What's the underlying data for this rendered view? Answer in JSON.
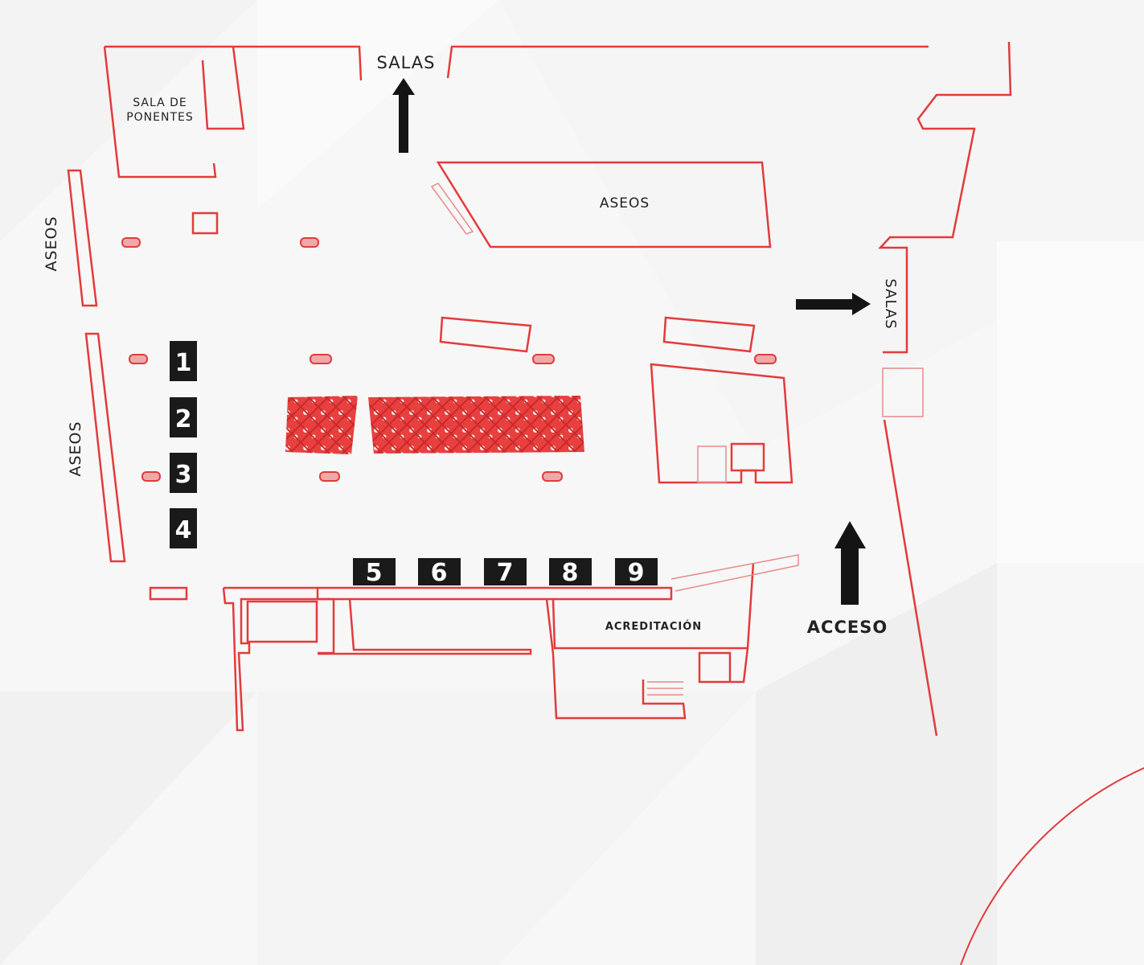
{
  "labels": {
    "salas_top": "SALAS",
    "salas_right": "SALAS",
    "sala_ponentes_line1": "SALA DE",
    "sala_ponentes_line2": "PONENTES",
    "aseos_top": "ASEOS",
    "aseos_left_upper": "ASEOS",
    "aseos_left_lower": "ASEOS",
    "acreditacion": "ACREDITACIÓN",
    "acceso": "ACCESO"
  },
  "stands": [
    "1",
    "2",
    "3",
    "4",
    "5",
    "6",
    "7",
    "8",
    "9"
  ],
  "colors": {
    "wall": "#e33b3b",
    "stand": "#1a1a1a",
    "arrow": "#141414",
    "background": "#f7f7f7"
  }
}
